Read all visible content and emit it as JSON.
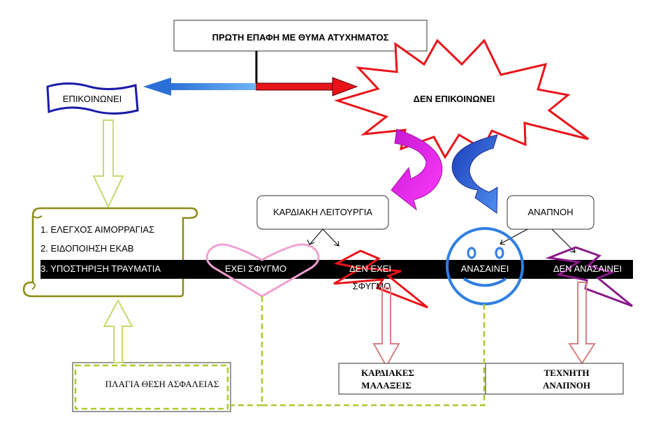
{
  "title": "ΠΡΩΤΗ ΕΠΑΦΗ ΜΕ ΘΥΜΑ ΑΤΥΧΗΜΑΤΟΣ",
  "communicates": "ΕΠΙΚΟΙΝΩΝΕΙ",
  "not_communicates": "ΔΕΝ ΕΠΙΚΟΙΝΩΝΕΙ",
  "steps": [
    "1. ΕΛΕΓΧΟΣ ΑΙΜΟΡΡΑΓΙΑΣ",
    "2. ΕΙΔΟΠΟΙΗΣΗ ΕΚΑΒ",
    "3. ΥΠΟΣΤΗΡΙΞΗ ΤΡΑΥΜΑΤΙΑ"
  ],
  "cardiac_function": "ΚΑΡΔΙΑΚΗ ΛΕΙΤΟΥΡΓΙΑ",
  "breathing": "ΑΝΑΠΝΟΗ",
  "has_pulse": "ΕΧΕΙ ΣΦΥΓΜΟ",
  "no_pulse_line1": "ΔΕΝ ΕΧΕΙ",
  "no_pulse_line2": "ΣΦΥΓΜΟ",
  "breathes": "ΑΝΑΣΑΙΝΕΙ",
  "not_breathes": "ΔΕΝ ΑΝΑΣΑΙΝΕΙ",
  "recovery_position": "ΠΛΑΓΙΑ ΘΕΣΗ ΑΣΦΑΛΕΙΑΣ",
  "cardiac_massage_line1": "ΚΑΡΔΙΑΚΕΣ",
  "cardiac_massage_line2": "ΜΑΛΑΞΕΙΣ",
  "artificial_resp_line1": "ΤΕΧΝΗΤΗ",
  "artificial_resp_line2": "ΑΝΑΠΝΟΗ",
  "colors": {
    "blue_arrow": "#3d8be8",
    "red_arrow": "#e8141a",
    "scroll_outline": "#8b8b17",
    "banner_outline": "#1a1aa8",
    "star_outline": "#e8141a",
    "heart": "#f0a0d0",
    "smiley": "#2f7fe0",
    "purple_bolt": "#8a1a8a",
    "magenta_arrow": "#e020e8",
    "dashed_green": "#a8cc28",
    "hollow_arrow_green": "#c8d870",
    "hollow_arrow_red": "#d88080"
  }
}
